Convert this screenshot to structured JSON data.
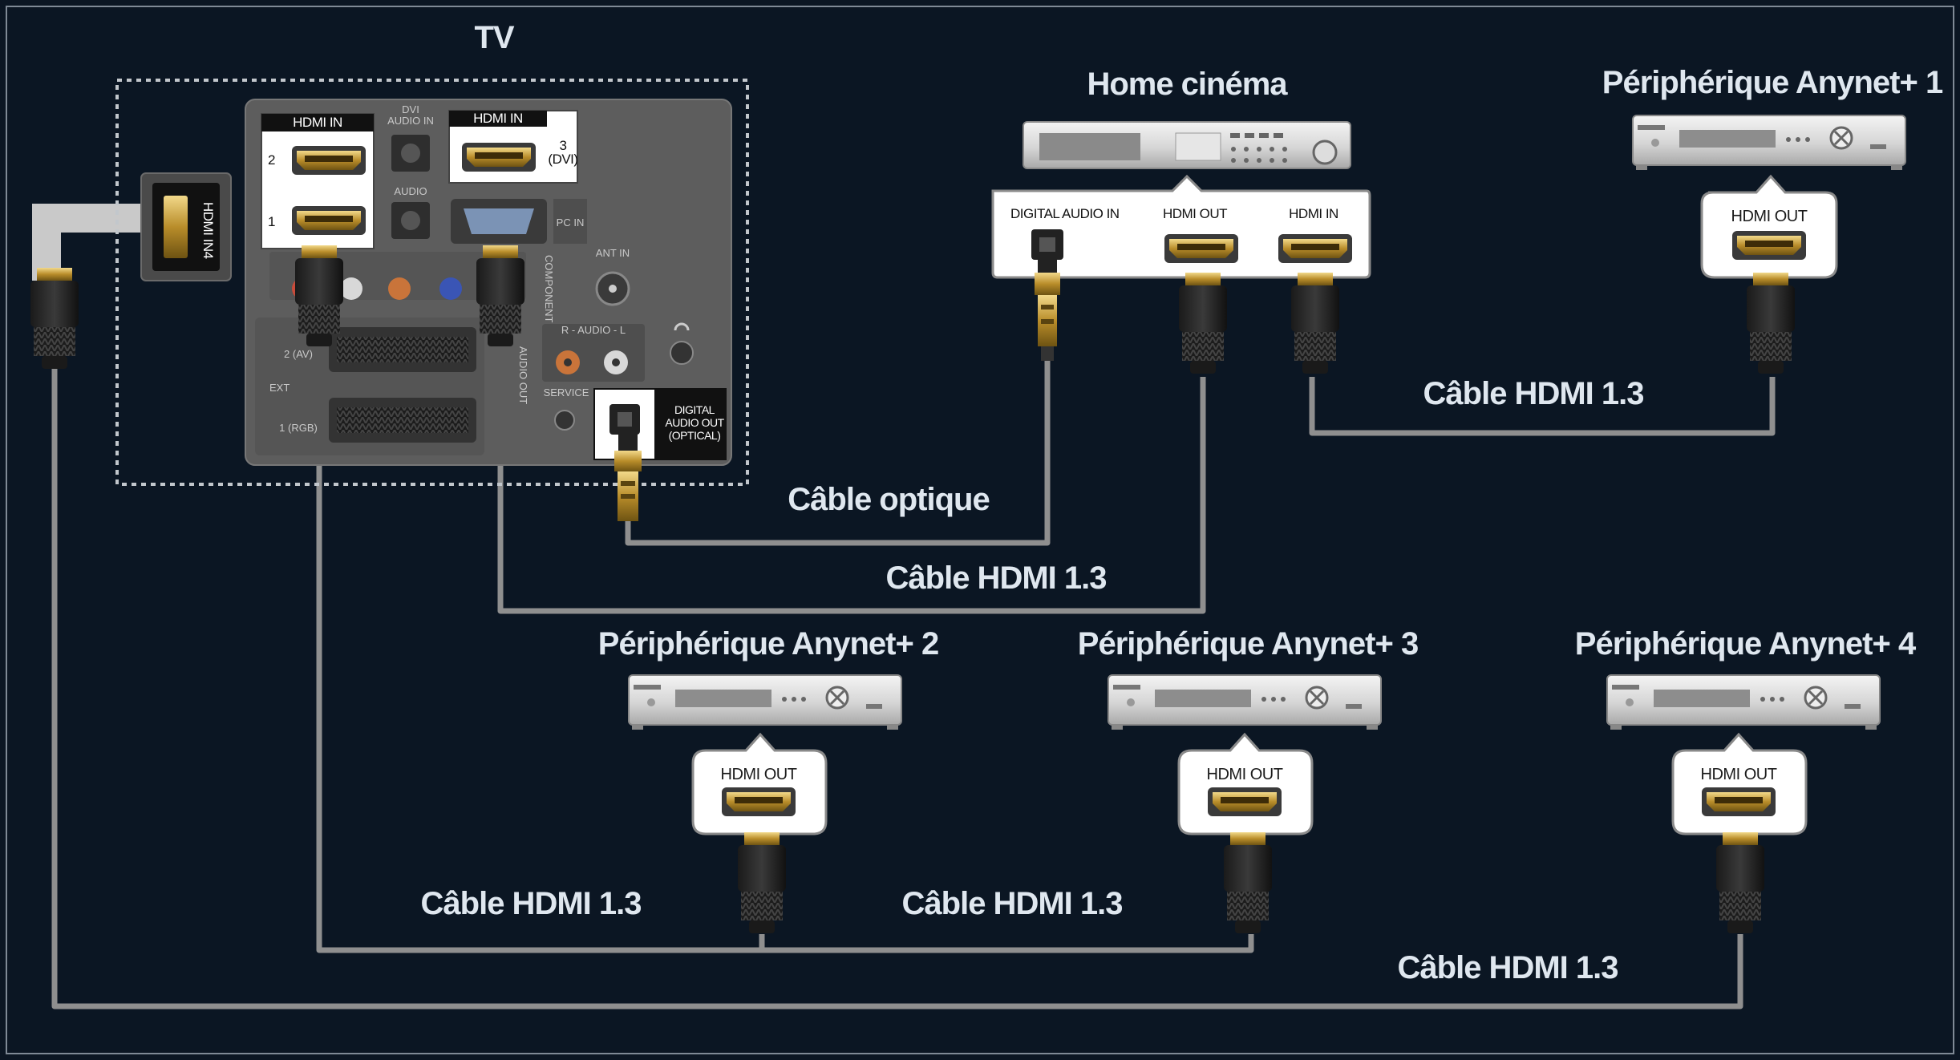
{
  "labels": {
    "tv": "TV",
    "home_cinema": "Home cinéma",
    "device1": "Périphérique Anynet+ 1",
    "device2": "Périphérique Anynet+ 2",
    "device3": "Périphérique Anynet+ 3",
    "device4": "Périphérique Anynet+ 4"
  },
  "cables": {
    "optical": "Câble optique",
    "hdmi_tv_hc": "Câble HDMI 1.3",
    "hdmi_hc_d1": "Câble HDMI 1.3",
    "hdmi_d2": "Câble HDMI 1.3",
    "hdmi_d3": "Câble HDMI 1.3",
    "hdmi_d4": "Câble HDMI 1.3"
  },
  "tv_panel": {
    "hdmi_in_2_label": "HDMI IN",
    "hdmi_in_3_label": "HDMI IN",
    "port_2": "2",
    "port_1": "1",
    "port_3": "3",
    "port_3_dvi": "(DVI)",
    "dvi_audio_in_1": "DVI",
    "dvi_audio_in_2": "AUDIO IN",
    "audio": "AUDIO",
    "pc_in": "PC IN",
    "hdmi_in4": "HDMI IN4",
    "ant_in": "ANT IN",
    "component_in": "COMPONENT IN",
    "audio_rl": "R - AUDIO - L",
    "audio_out": "AUDIO OUT",
    "ext": "EXT",
    "av": "2 (AV)",
    "rgb": "1 (RGB)",
    "service": "SERVICE",
    "digital_audio_out_1": "DIGITAL",
    "digital_audio_out_2": "AUDIO OUT",
    "digital_audio_out_3": "(OPTICAL)"
  },
  "home_cinema_panel": {
    "digital_audio_in": "DIGITAL AUDIO IN",
    "hdmi_out": "HDMI OUT",
    "hdmi_in": "HDMI IN"
  },
  "device_ports": {
    "d1": "HDMI OUT",
    "d2": "HDMI OUT",
    "d3": "HDMI OUT",
    "d4": "HDMI OUT"
  }
}
